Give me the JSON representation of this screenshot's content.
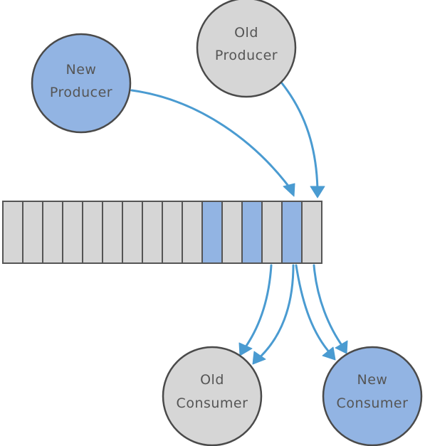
{
  "colors": {
    "new_fill": "#92b4e3",
    "old_fill": "#d6d6d6",
    "arrow": "#4a9bd1",
    "stroke": "#4a4a4a",
    "text": "#555555"
  },
  "nodes": {
    "new_producer": {
      "line1": "New",
      "line2": "Producer",
      "kind": "new"
    },
    "old_producer": {
      "line1": "Old",
      "line2": "Producer",
      "kind": "old"
    },
    "old_consumer": {
      "line1": "Old",
      "line2": "Consumer",
      "kind": "old"
    },
    "new_consumer": {
      "line1": "New",
      "line2": "Consumer",
      "kind": "new"
    }
  },
  "queue": {
    "cell_count": 16,
    "highlighted_cells": [
      10,
      12,
      14
    ]
  }
}
